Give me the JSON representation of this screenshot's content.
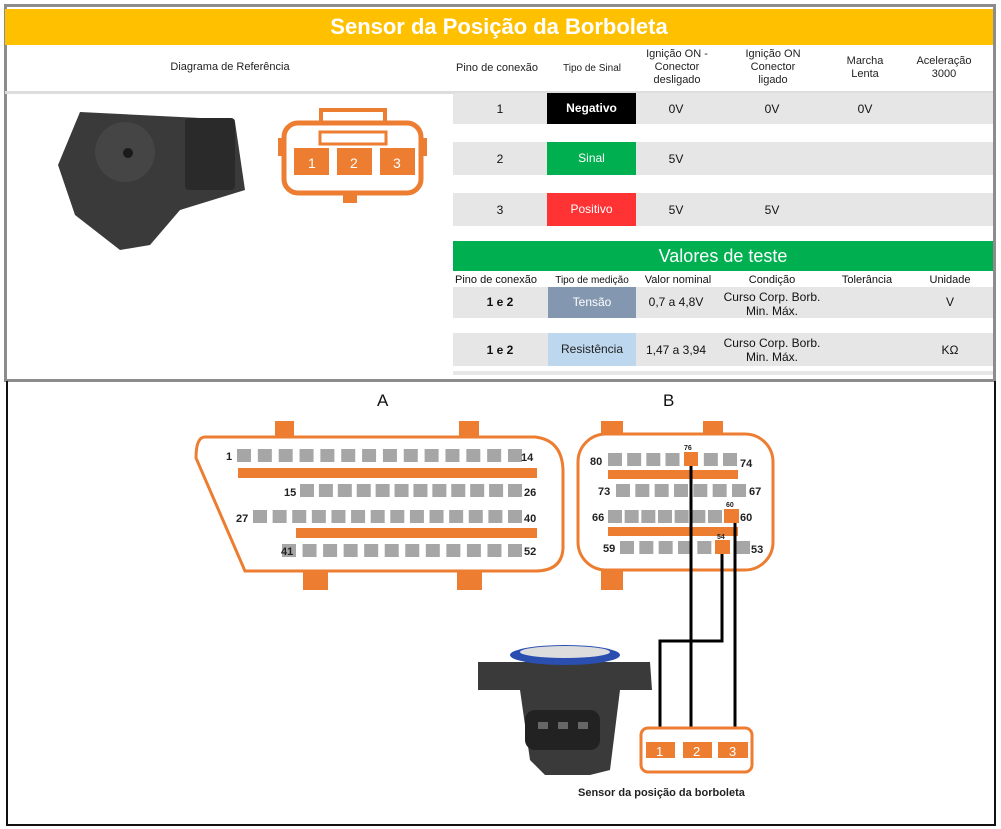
{
  "title": "Sensor da Posição da Borboleta",
  "header": {
    "diagram": "Diagrama de Referência",
    "pin": "Pino de conexão",
    "signal": "Tipo de Sinal",
    "ign_off": "Ignição ON - Conector desligado",
    "ign_on": "Ignição ON Conector ligado",
    "idle": "Marcha Lenta",
    "accel": "Aceleração 3000"
  },
  "pins": [
    {
      "pin": "1",
      "signal": "Negativo",
      "color": "#000000",
      "ign_off": "0V",
      "ign_on": "0V",
      "idle": "0V",
      "accel": ""
    },
    {
      "pin": "2",
      "signal": "Sinal",
      "color": "#00B050",
      "ign_off": "5V",
      "ign_on": "",
      "idle": "",
      "accel": ""
    },
    {
      "pin": "3",
      "signal": "Positivo",
      "color": "#FF3333",
      "ign_off": "5V",
      "ign_on": "5V",
      "idle": "",
      "accel": ""
    }
  ],
  "connector_pins": [
    "1",
    "2",
    "3"
  ],
  "tests": {
    "title": "Valores de teste",
    "headers": [
      "Pino de conexão",
      "Tipo de medição",
      "Valor nominal",
      "Condição",
      "Tolerância",
      "Unidade"
    ],
    "rows": [
      {
        "pin": "1 e 2",
        "type": "Tensão",
        "color": "#8497B0",
        "nominal": "0,7 a 4,8V",
        "condition": "Curso Corp. Borb. Min. Máx.",
        "tolerance": "",
        "unit": "V"
      },
      {
        "pin": "1 e 2",
        "type": "Resistência",
        "color": "#BDD7EE",
        "nominal": "1,47 a 3,94",
        "condition": "Curso Corp. Borb. Min. Máx.",
        "tolerance": "",
        "unit": "KΩ"
      }
    ]
  },
  "ecu": {
    "a_label": "A",
    "b_label": "B",
    "a_pins": [
      "1",
      "14",
      "15",
      "26",
      "27",
      "40",
      "41",
      "52"
    ],
    "b_pins": [
      "80",
      "74",
      "73",
      "67",
      "66",
      "60",
      "59",
      "53"
    ],
    "b_highlight": [
      "76",
      "60",
      "54"
    ]
  },
  "caption": "Sensor da posição da borboleta",
  "colors": {
    "orange": "#ED7D31",
    "gray": "#A6A6A6",
    "yellow": "#FFC000"
  }
}
